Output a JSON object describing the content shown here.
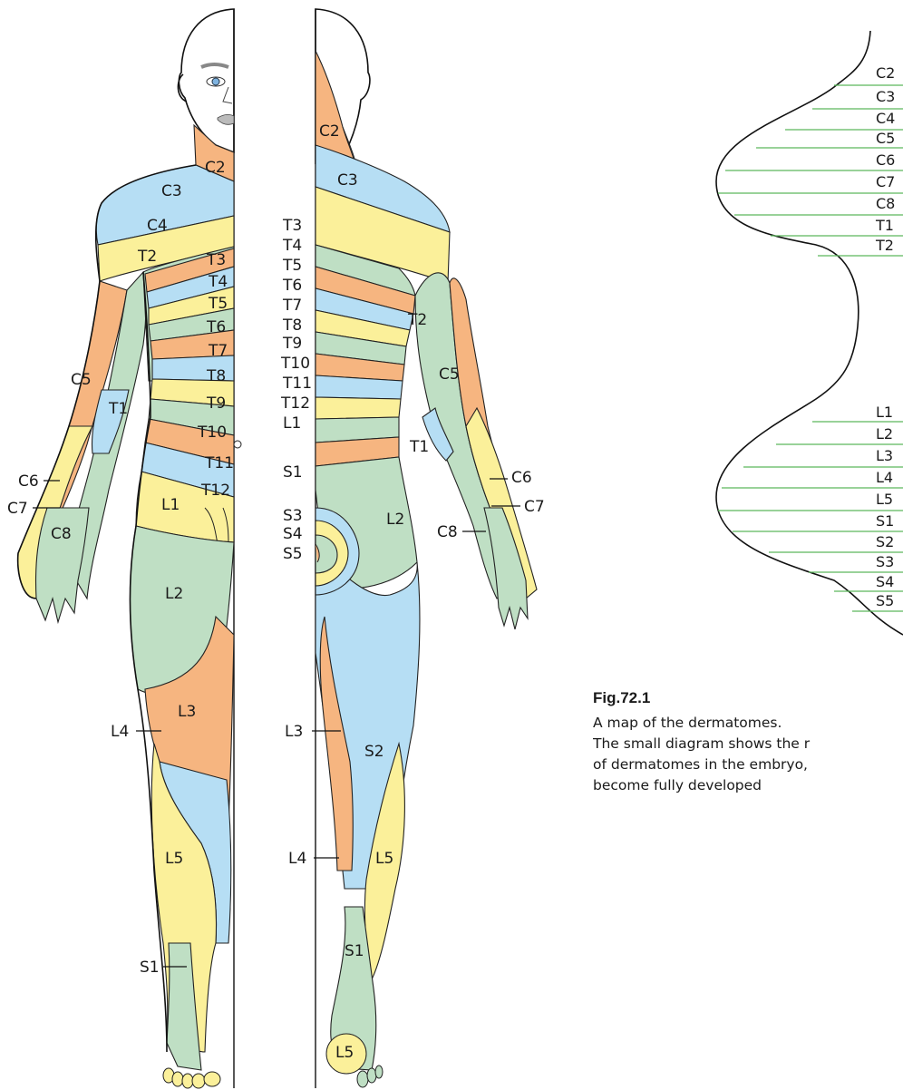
{
  "colors": {
    "orange": "#f6b580",
    "blue": "#b6def4",
    "yellow": "#fbf09a",
    "green": "#bfdfc4",
    "skin": "#ffffff",
    "outline": "#111111",
    "guide_line": "#5cb85c"
  },
  "front_labels": {
    "c2": "C2",
    "c3": "C3",
    "c4": "C4",
    "t2": "T2",
    "t3": "T3",
    "t4": "T4",
    "t5": "T5",
    "t6": "T6",
    "t7": "T7",
    "t8": "T8",
    "t9": "T9",
    "t10": "T10",
    "t11": "T11",
    "t12": "T12",
    "c5": "C5",
    "t1": "T1",
    "c6": "C6",
    "c7": "C7",
    "c8": "C8",
    "l1": "L1",
    "l2": "L2",
    "l3": "L3",
    "l4": "L4",
    "l5": "L5",
    "s1": "S1"
  },
  "back_labels": {
    "c2": "C2",
    "c3": "C3",
    "c5": "C5",
    "t1": "T1",
    "t2": "T2",
    "c6": "C6",
    "c7": "C7",
    "c8": "C8",
    "l2": "L2",
    "l3": "L3",
    "l4": "L4",
    "l5": "L5",
    "l5_foot": "L5",
    "s1": "S1",
    "s2": "S2"
  },
  "spine_labels": [
    "T3",
    "T4",
    "T5",
    "T6",
    "T7",
    "T8",
    "T9",
    "T10",
    "T11",
    "T12",
    "L1",
    "S1",
    "S3",
    "S4",
    "S5"
  ],
  "embryo_labels_upper": [
    "C2",
    "C3",
    "C4",
    "C5",
    "C6",
    "C7",
    "C8",
    "T1",
    "T2"
  ],
  "embryo_labels_lower": [
    "L1",
    "L2",
    "L3",
    "L4",
    "L5",
    "S1",
    "S2",
    "S3",
    "S4",
    "S5"
  ],
  "caption": {
    "figure_number": "Fig.72.1",
    "line1": "A map of the dermatomes.",
    "line2": "The small diagram shows the r",
    "line3": "of dermatomes in the embryo,",
    "line4": "become fully developed"
  }
}
